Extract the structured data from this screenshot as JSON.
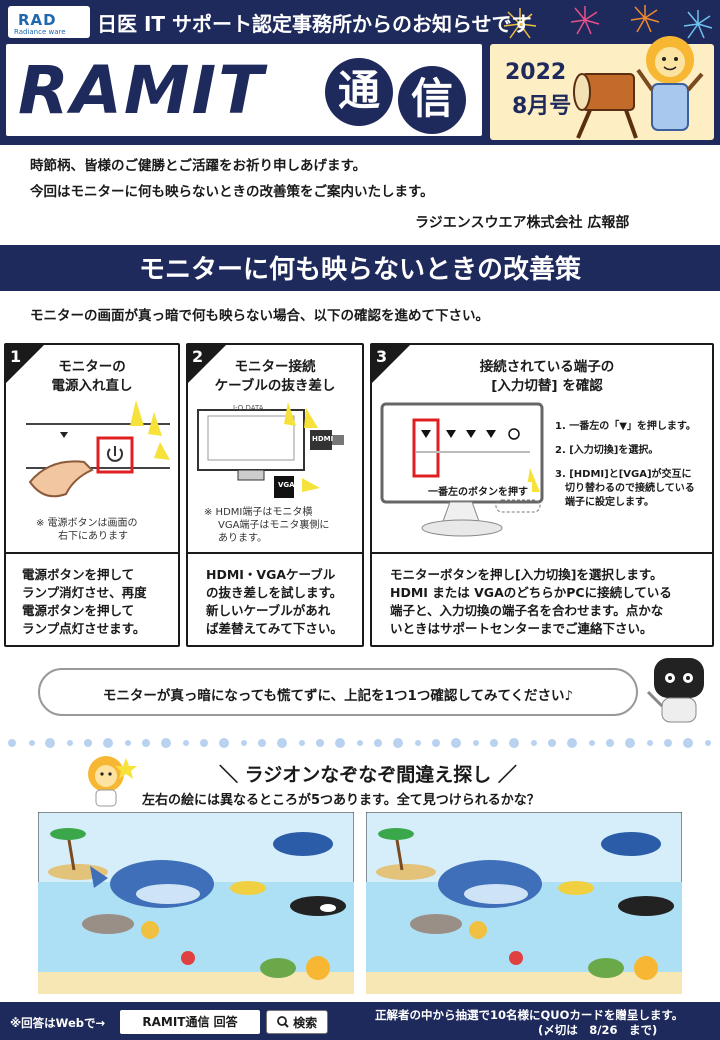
{
  "header": {
    "logo": {
      "mark": "RAD",
      "sub": "Radiance ware"
    },
    "tagline": "日医 IT サポート認定事務所からのお知らせです",
    "title": "RAMIT",
    "title_kanji_1": "通",
    "title_kanji_2": "信",
    "issue_year": "2022",
    "issue_month": "8月号"
  },
  "intro": {
    "line1": "時節柄、皆様のご健勝とご活躍をお祈り申しあげます。",
    "line2": "今回はモニターに何も映らないときの改善策をご案内いたします。",
    "company": "ラジエンスウエア株式会社 広報部"
  },
  "section": {
    "title": "モニターに何も映らないときの改善策",
    "lead": "モニターの画面が真っ暗で何も映らない場合、以下の確認を進めて下さい。"
  },
  "cards": [
    {
      "num": "1",
      "title1": "モニターの",
      "title2": "電源入れ直し",
      "note1": "※ 電源ボタンは画面の",
      "note2": "右下にあります",
      "body": [
        "電源ボタンを押して",
        "ランプ消灯させ、再度",
        "電源ボタンを押して",
        "ランプ点灯させます。"
      ]
    },
    {
      "num": "2",
      "title1": "モニター接続",
      "title2": "ケーブルの抜き差し",
      "monitor_brand": "I-O DATA",
      "hdmi_tag": "HDMI",
      "vga_tag": "VGA",
      "note1": "※ HDMI端子はモニタ横",
      "note2": "VGA端子はモニタ裏側に",
      "note3": "あります。",
      "body": [
        "HDMI・VGAケーブル",
        "の抜き差しを試します。",
        "新しいケーブルがあれ",
        "ば差替えてみて下さい。"
      ]
    },
    {
      "num": "3",
      "title1": "接続されている端子の",
      "title2": "[入力切替] を確認",
      "button_label": "一番左のボタンを押す",
      "steps": [
        "1. 一番左の「▼」を押します。",
        "2. [入力切換]を選択。",
        "3. [HDMI]と[VGA]が交互に",
        "切り替わるので接続している",
        "端子に設定します。"
      ],
      "body": [
        "モニターボタンを押し[入力切換]を選択します。",
        "HDMI または VGAのどちらかPCに接続している",
        "端子と、入力切換の端子名を合わせます。点かな",
        "いときはサポートセンターまでご連絡下さい。"
      ]
    }
  ],
  "bubble": "モニターが真っ暗になっても慌てずに、上記を1つ1つ確認してみてください♪",
  "quiz": {
    "title": "＼ ラジオンなぞなぞ間違え探し ／",
    "subtitle": "左右の絵には異なるところが5つあります。全て見つけられるかな？"
  },
  "footer": {
    "left": "※回答はWebで→",
    "search_term": "RAMIT通信 回答",
    "search_button": "検索",
    "right1": "正解者の中から抽選で10名様にQUOカードを贈呈します。",
    "right2": "(〆切は　8/26　まで)"
  },
  "colors": {
    "navy": "#1f2a5c",
    "accent_red": "#e02020",
    "sea": "#aee0f5",
    "sand": "#f6e7b4"
  }
}
